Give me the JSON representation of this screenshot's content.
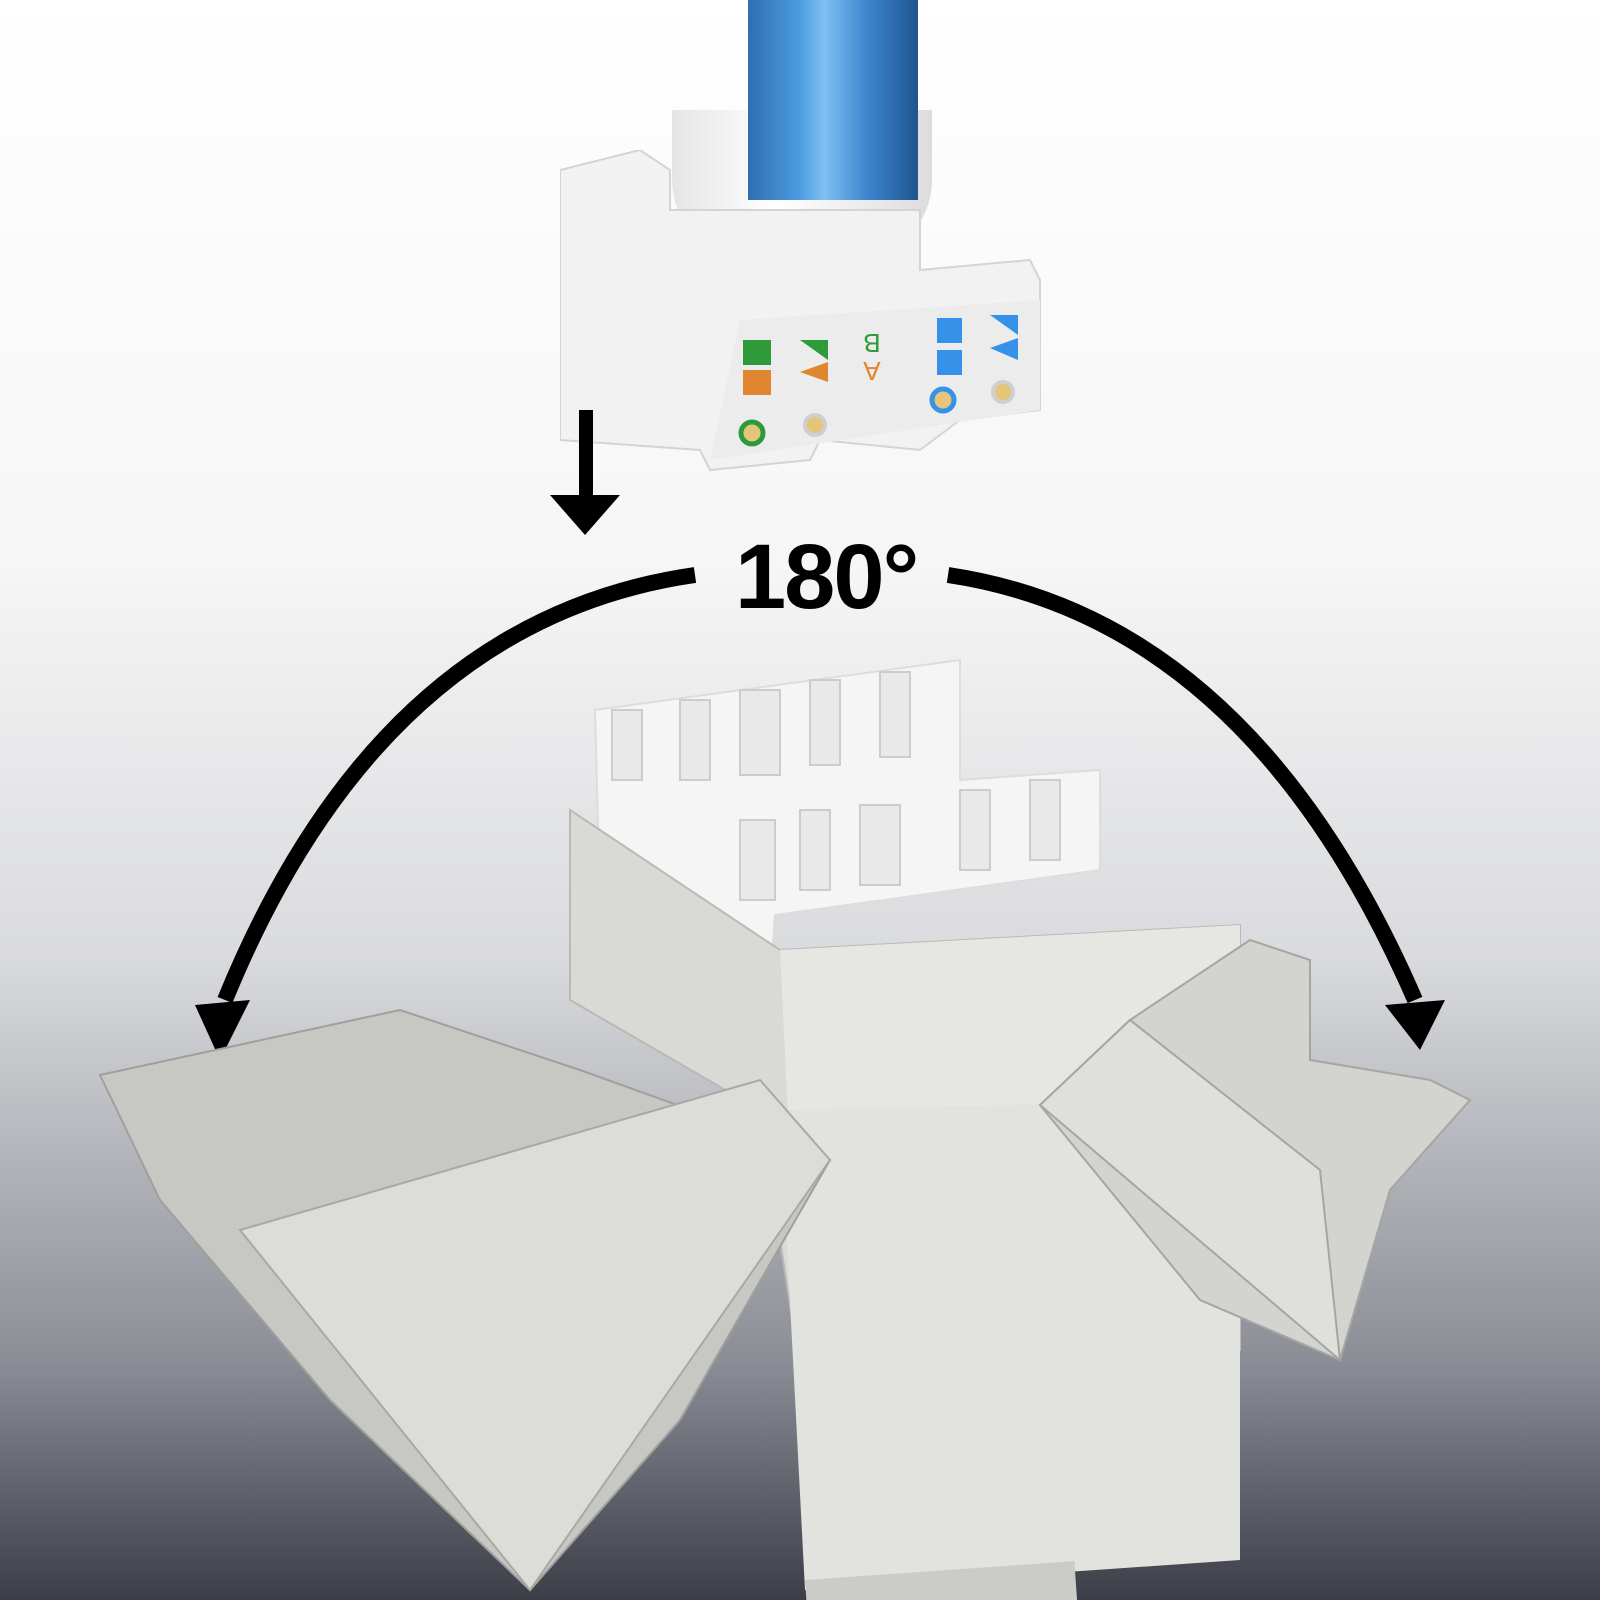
{
  "illustration": {
    "subject": "keystone jack with 180-degree opening termination caps and blue network cable",
    "rotation_label": "180°",
    "wiring_labels": {
      "top": "B",
      "bottom": "A"
    },
    "colors": {
      "cable": "#3d8ad6",
      "green_pair": "#2e9a3a",
      "orange_pair": "#e08530",
      "blue_pair": "#3592e8",
      "arrow": "#000000",
      "metal": "#d9dad6"
    }
  }
}
